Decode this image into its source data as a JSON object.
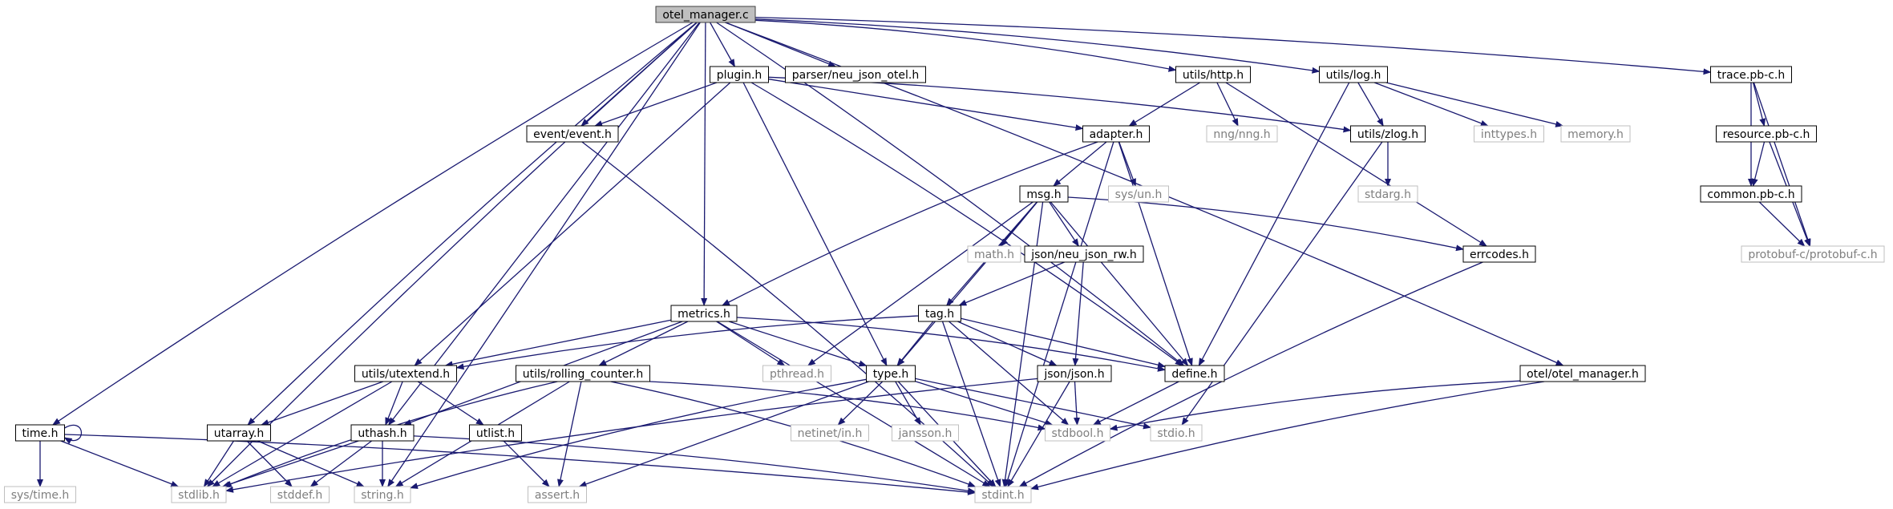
{
  "graph": {
    "nodes": [
      {
        "id": "otel_manager_c",
        "label": "otel_manager.c",
        "style": "root"
      },
      {
        "id": "time_h",
        "label": "time.h",
        "style": "box"
      },
      {
        "id": "stdlib_h",
        "label": "stdlib.h",
        "style": "dim"
      },
      {
        "id": "utarray_h",
        "label": "utarray.h",
        "style": "box"
      },
      {
        "id": "string_h",
        "label": "string.h",
        "style": "dim"
      },
      {
        "id": "uthash_h",
        "label": "uthash.h",
        "style": "box"
      },
      {
        "id": "event_h",
        "label": "event/event.h",
        "style": "box"
      },
      {
        "id": "plugin_h",
        "label": "plugin.h",
        "style": "box"
      },
      {
        "id": "parser_h",
        "label": "parser/neu_json_otel.h",
        "style": "box"
      },
      {
        "id": "metrics_h",
        "label": "metrics.h",
        "style": "box"
      },
      {
        "id": "utils_http_h",
        "label": "utils/http.h",
        "style": "box"
      },
      {
        "id": "utils_log_h",
        "label": "utils/log.h",
        "style": "box"
      },
      {
        "id": "define_h",
        "label": "define.h",
        "style": "box"
      },
      {
        "id": "otel_manager_h",
        "label": "otel/otel_manager.h",
        "style": "box"
      },
      {
        "id": "trace_pbc_h",
        "label": "trace.pb-c.h",
        "style": "box"
      },
      {
        "id": "adapter_h",
        "label": "adapter.h",
        "style": "box"
      },
      {
        "id": "nng_h",
        "label": "nng/nng.h",
        "style": "dim"
      },
      {
        "id": "utils_zlog_h",
        "label": "utils/zlog.h",
        "style": "box"
      },
      {
        "id": "inttypes_h",
        "label": "inttypes.h",
        "style": "dim"
      },
      {
        "id": "memory_h",
        "label": "memory.h",
        "style": "dim"
      },
      {
        "id": "resource_pbc_h",
        "label": "resource.pb-c.h",
        "style": "box"
      },
      {
        "id": "common_pbc_h",
        "label": "common.pb-c.h",
        "style": "box"
      },
      {
        "id": "protobuf_h",
        "label": "protobuf-c/protobuf-c.h",
        "style": "dim"
      },
      {
        "id": "msg_h",
        "label": "msg.h",
        "style": "box"
      },
      {
        "id": "sys_un_h",
        "label": "sys/un.h",
        "style": "dim"
      },
      {
        "id": "stdarg_h",
        "label": "stdarg.h",
        "style": "dim"
      },
      {
        "id": "errcodes_h",
        "label": "errcodes.h",
        "style": "box"
      },
      {
        "id": "math_h",
        "label": "math.h",
        "style": "dim"
      },
      {
        "id": "json_rw_h",
        "label": "json/neu_json_rw.h",
        "style": "box"
      },
      {
        "id": "tag_h",
        "label": "tag.h",
        "style": "box"
      },
      {
        "id": "utextend_h",
        "label": "utils/utextend.h",
        "style": "box"
      },
      {
        "id": "rolling_h",
        "label": "utils/rolling_counter.h",
        "style": "box"
      },
      {
        "id": "pthread_h",
        "label": "pthread.h",
        "style": "dim"
      },
      {
        "id": "type_h",
        "label": "type.h",
        "style": "box"
      },
      {
        "id": "json_json_h",
        "label": "json/json.h",
        "style": "box"
      },
      {
        "id": "utlist_h",
        "label": "utlist.h",
        "style": "box"
      },
      {
        "id": "netinet_h",
        "label": "netinet/in.h",
        "style": "dim"
      },
      {
        "id": "jansson_h",
        "label": "jansson.h",
        "style": "dim"
      },
      {
        "id": "stdbool_h",
        "label": "stdbool.h",
        "style": "dim"
      },
      {
        "id": "stdio_h",
        "label": "stdio.h",
        "style": "dim"
      },
      {
        "id": "sys_time_h",
        "label": "sys/time.h",
        "style": "dim"
      },
      {
        "id": "stddef_h",
        "label": "stddef.h",
        "style": "dim"
      },
      {
        "id": "assert_h",
        "label": "assert.h",
        "style": "dim"
      },
      {
        "id": "stdint_h",
        "label": "stdint.h",
        "style": "dim"
      }
    ],
    "edges": [
      [
        "otel_manager_c",
        "time_h"
      ],
      [
        "otel_manager_c",
        "stdlib_h"
      ],
      [
        "otel_manager_c",
        "utarray_h"
      ],
      [
        "otel_manager_c",
        "string_h"
      ],
      [
        "otel_manager_c",
        "uthash_h"
      ],
      [
        "otel_manager_c",
        "event_h"
      ],
      [
        "otel_manager_c",
        "plugin_h"
      ],
      [
        "otel_manager_c",
        "parser_h"
      ],
      [
        "otel_manager_c",
        "metrics_h"
      ],
      [
        "otel_manager_c",
        "utils_http_h"
      ],
      [
        "otel_manager_c",
        "utils_log_h"
      ],
      [
        "otel_manager_c",
        "define_h"
      ],
      [
        "otel_manager_c",
        "otel_manager_h"
      ],
      [
        "otel_manager_c",
        "trace_pbc_h"
      ],
      [
        "time_h",
        "time_h"
      ],
      [
        "time_h",
        "sys_time_h"
      ],
      [
        "time_h",
        "stdlib_h"
      ],
      [
        "time_h",
        "stdint_h"
      ],
      [
        "utarray_h",
        "stdlib_h"
      ],
      [
        "utarray_h",
        "stddef_h"
      ],
      [
        "utarray_h",
        "string_h"
      ],
      [
        "uthash_h",
        "stdlib_h"
      ],
      [
        "uthash_h",
        "stddef_h"
      ],
      [
        "uthash_h",
        "string_h"
      ],
      [
        "uthash_h",
        "stdint_h"
      ],
      [
        "event_h",
        "stdint_h"
      ],
      [
        "plugin_h",
        "event_h"
      ],
      [
        "plugin_h",
        "adapter_h"
      ],
      [
        "plugin_h",
        "utils_zlog_h"
      ],
      [
        "plugin_h",
        "utextend_h"
      ],
      [
        "plugin_h",
        "type_h"
      ],
      [
        "plugin_h",
        "define_h"
      ],
      [
        "metrics_h",
        "utextend_h"
      ],
      [
        "metrics_h",
        "rolling_h"
      ],
      [
        "metrics_h",
        "pthread_h"
      ],
      [
        "metrics_h",
        "type_h"
      ],
      [
        "metrics_h",
        "define_h"
      ],
      [
        "metrics_h",
        "uthash_h"
      ],
      [
        "metrics_h",
        "stdint_h"
      ],
      [
        "utils_http_h",
        "adapter_h"
      ],
      [
        "utils_http_h",
        "nng_h"
      ],
      [
        "utils_http_h",
        "errcodes_h"
      ],
      [
        "utils_log_h",
        "utils_zlog_h"
      ],
      [
        "utils_log_h",
        "inttypes_h"
      ],
      [
        "utils_log_h",
        "memory_h"
      ],
      [
        "utils_log_h",
        "define_h"
      ],
      [
        "trace_pbc_h",
        "resource_pbc_h"
      ],
      [
        "trace_pbc_h",
        "common_pbc_h"
      ],
      [
        "trace_pbc_h",
        "protobuf_h"
      ],
      [
        "resource_pbc_h",
        "common_pbc_h"
      ],
      [
        "resource_pbc_h",
        "protobuf_h"
      ],
      [
        "common_pbc_h",
        "protobuf_h"
      ],
      [
        "adapter_h",
        "msg_h"
      ],
      [
        "adapter_h",
        "sys_un_h"
      ],
      [
        "adapter_h",
        "metrics_h"
      ],
      [
        "adapter_h",
        "define_h"
      ],
      [
        "adapter_h",
        "stdint_h"
      ],
      [
        "utils_zlog_h",
        "stdarg_h"
      ],
      [
        "utils_zlog_h",
        "stdio_h"
      ],
      [
        "msg_h",
        "math_h"
      ],
      [
        "msg_h",
        "json_rw_h"
      ],
      [
        "msg_h",
        "tag_h"
      ],
      [
        "msg_h",
        "errcodes_h"
      ],
      [
        "msg_h",
        "define_h"
      ],
      [
        "msg_h",
        "type_h"
      ],
      [
        "msg_h",
        "pthread_h"
      ],
      [
        "msg_h",
        "stdint_h"
      ],
      [
        "json_rw_h",
        "tag_h"
      ],
      [
        "json_rw_h",
        "json_json_h"
      ],
      [
        "tag_h",
        "utextend_h"
      ],
      [
        "tag_h",
        "type_h"
      ],
      [
        "tag_h",
        "define_h"
      ],
      [
        "tag_h",
        "json_json_h"
      ],
      [
        "tag_h",
        "stdbool_h"
      ],
      [
        "tag_h",
        "stdint_h"
      ],
      [
        "errcodes_h",
        "stdint_h"
      ],
      [
        "utextend_h",
        "utarray_h"
      ],
      [
        "utextend_h",
        "uthash_h"
      ],
      [
        "utextend_h",
        "utlist_h"
      ],
      [
        "utextend_h",
        "stdlib_h"
      ],
      [
        "rolling_h",
        "stdlib_h"
      ],
      [
        "rolling_h",
        "string_h"
      ],
      [
        "rolling_h",
        "assert_h"
      ],
      [
        "rolling_h",
        "stdint_h"
      ],
      [
        "rolling_h",
        "stdbool_h"
      ],
      [
        "type_h",
        "netinet_h"
      ],
      [
        "type_h",
        "jansson_h"
      ],
      [
        "type_h",
        "stdbool_h"
      ],
      [
        "type_h",
        "stdio_h"
      ],
      [
        "type_h",
        "stdint_h"
      ],
      [
        "type_h",
        "string_h"
      ],
      [
        "type_h",
        "assert_h"
      ],
      [
        "define_h",
        "stdbool_h"
      ],
      [
        "json_json_h",
        "stdbool_h"
      ],
      [
        "json_json_h",
        "stdint_h"
      ],
      [
        "json_json_h",
        "stdlib_h"
      ],
      [
        "otel_manager_h",
        "stdbool_h"
      ],
      [
        "otel_manager_h",
        "stdint_h"
      ],
      [
        "utlist_h",
        "assert_h"
      ]
    ]
  }
}
